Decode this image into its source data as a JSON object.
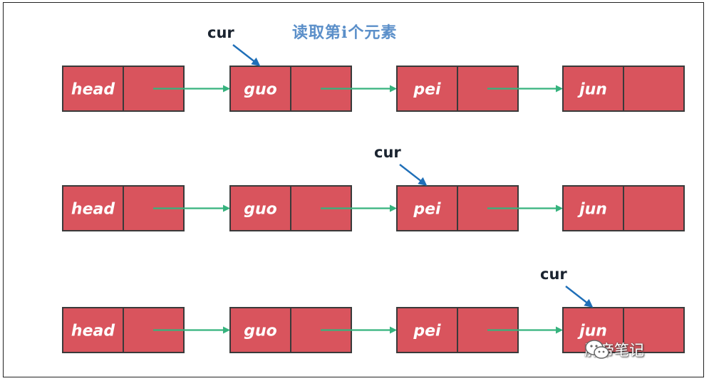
{
  "title": "读取第i个元素",
  "cursor_label": "cur",
  "rows": [
    {
      "nodes": [
        "head",
        "guo",
        "pei",
        "jun"
      ],
      "cursor_index": 1
    },
    {
      "nodes": [
        "head",
        "guo",
        "pei",
        "jun"
      ],
      "cursor_index": 2
    },
    {
      "nodes": [
        "head",
        "guo",
        "pei",
        "jun"
      ],
      "cursor_index": 3
    }
  ],
  "watermark": {
    "text": "肝帝笔记",
    "icon": "wechat-icon"
  },
  "colors": {
    "node_fill": "#d9545d",
    "node_border": "#3a3a3a",
    "arrow": "#36b37e",
    "cursor_arrow": "#1f6fb8",
    "title": "#5b8fc9"
  }
}
